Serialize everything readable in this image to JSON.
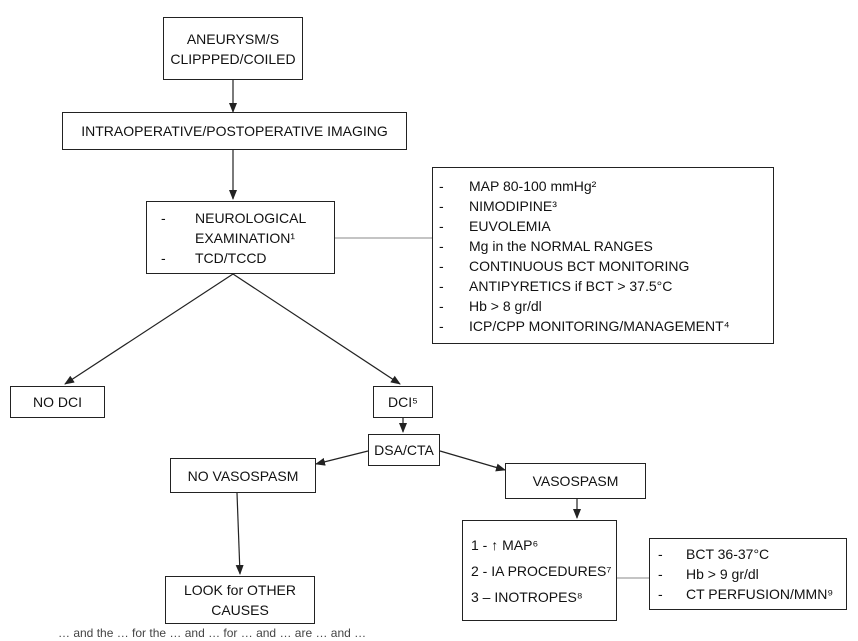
{
  "diagram": {
    "aneurysm_box": {
      "lines": [
        "ANEURYSM/S",
        "CLIPPPED/COILED"
      ]
    },
    "imaging_box": {
      "text": "INTRAOPERATIVE/POSTOPERATIVE IMAGING"
    },
    "neuro_box": {
      "items": [
        "NEUROLOGICAL EXAMINATION¹",
        "TCD/TCCD"
      ]
    },
    "side_measures_box": {
      "items": [
        "MAP 80-100 mmHg²",
        "NIMODIPINE³",
        "EUVOLEMIA",
        "Mg in the NORMAL RANGES",
        "CONTINUOUS BCT MONITORING",
        "ANTIPYRETICS if BCT > 37.5°C",
        "Hb > 8 gr/dl",
        "ICP/CPP MONITORING/MANAGEMENT⁴"
      ]
    },
    "no_dci_box": {
      "text": "NO DCI"
    },
    "dci_box": {
      "text": "DCI⁵"
    },
    "dsa_cta_box": {
      "text": "DSA/CTA"
    },
    "no_vasospasm_box": {
      "text": "NO VASOSPASM"
    },
    "vasospasm_box": {
      "text": "VASOSPASM"
    },
    "look_box": {
      "lines": [
        "LOOK for OTHER",
        "CAUSES"
      ]
    },
    "treatments_box": {
      "items": [
        "1 - ↑ MAP⁶",
        "2 - IA PROCEDURES⁷",
        "3 – INOTROPES⁸"
      ]
    },
    "second_line_box": {
      "items": [
        "BCT 36-37°C",
        "Hb > 9 gr/dl",
        "CT PERFUSION/MMN⁹"
      ]
    }
  },
  "caption": "… and the … for the … and … for … and … are … and …"
}
